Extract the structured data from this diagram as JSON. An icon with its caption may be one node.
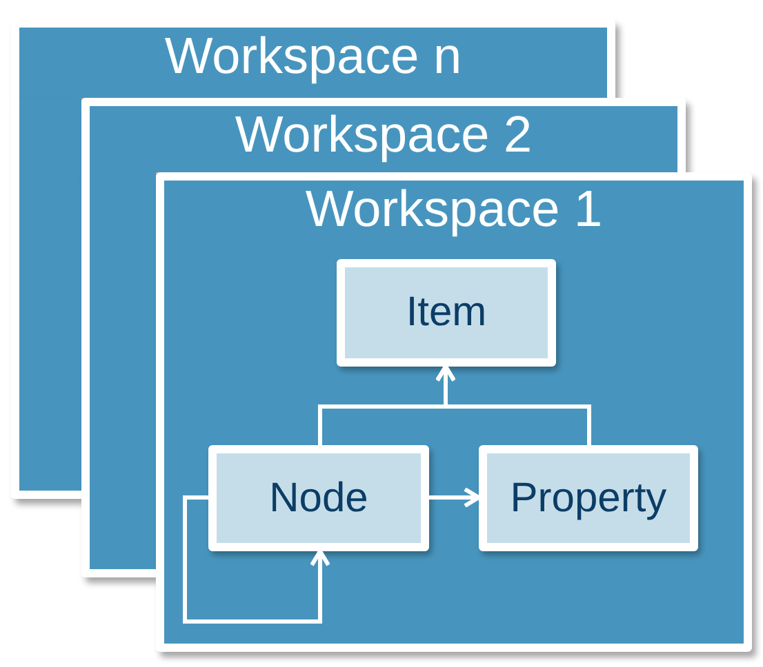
{
  "diagram": {
    "nodes": [
      {
        "text": [
          "Workspace n"
        ]
      },
      {
        "text": [
          "Workspace 2"
        ]
      },
      {
        "text": [
          "Workspace 1"
        ]
      },
      {
        "text": [
          "Item"
        ],
        "in": 2
      },
      {
        "text": [
          "Node"
        ],
        "in": 2
      },
      {
        "text": [
          "Property"
        ],
        "in": 2
      }
    ],
    "edges": [
      {
        "from": 4,
        "to": 3,
        "arrow": "to"
      },
      {
        "from": 5,
        "to": 3,
        "arrow": "to"
      },
      {
        "from": 4,
        "to": 5,
        "arrow": "to"
      },
      {
        "from": 4,
        "to": 4,
        "arrow": "to"
      }
    ]
  }
}
